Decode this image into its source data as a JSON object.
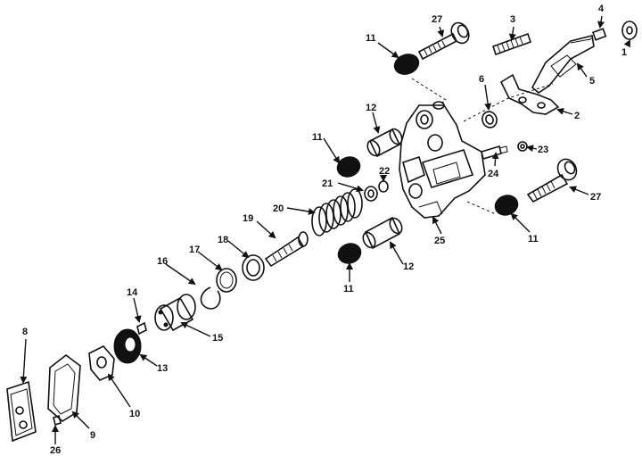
{
  "callouts": [
    {
      "id": "c1",
      "text": "1"
    },
    {
      "id": "c2",
      "text": "2"
    },
    {
      "id": "c3",
      "text": "3"
    },
    {
      "id": "c4",
      "text": "4"
    },
    {
      "id": "c5",
      "text": "5"
    },
    {
      "id": "c6",
      "text": "6"
    },
    {
      "id": "c8",
      "text": "8"
    },
    {
      "id": "c9",
      "text": "9"
    },
    {
      "id": "c10",
      "text": "10"
    },
    {
      "id": "c11a",
      "text": "11"
    },
    {
      "id": "c11b",
      "text": "11"
    },
    {
      "id": "c11c",
      "text": "11"
    },
    {
      "id": "c11d",
      "text": "11"
    },
    {
      "id": "c12a",
      "text": "12"
    },
    {
      "id": "c12b",
      "text": "12"
    },
    {
      "id": "c13",
      "text": "13"
    },
    {
      "id": "c14",
      "text": "14"
    },
    {
      "id": "c15",
      "text": "15"
    },
    {
      "id": "c16",
      "text": "16"
    },
    {
      "id": "c17",
      "text": "17"
    },
    {
      "id": "c18",
      "text": "18"
    },
    {
      "id": "c19",
      "text": "19"
    },
    {
      "id": "c20",
      "text": "20"
    },
    {
      "id": "c21",
      "text": "21"
    },
    {
      "id": "c22",
      "text": "22"
    },
    {
      "id": "c23",
      "text": "23"
    },
    {
      "id": "c24",
      "text": "24"
    },
    {
      "id": "c25",
      "text": "25"
    },
    {
      "id": "c26",
      "text": "26"
    },
    {
      "id": "c27a",
      "text": "27"
    },
    {
      "id": "c27b",
      "text": "27"
    }
  ]
}
